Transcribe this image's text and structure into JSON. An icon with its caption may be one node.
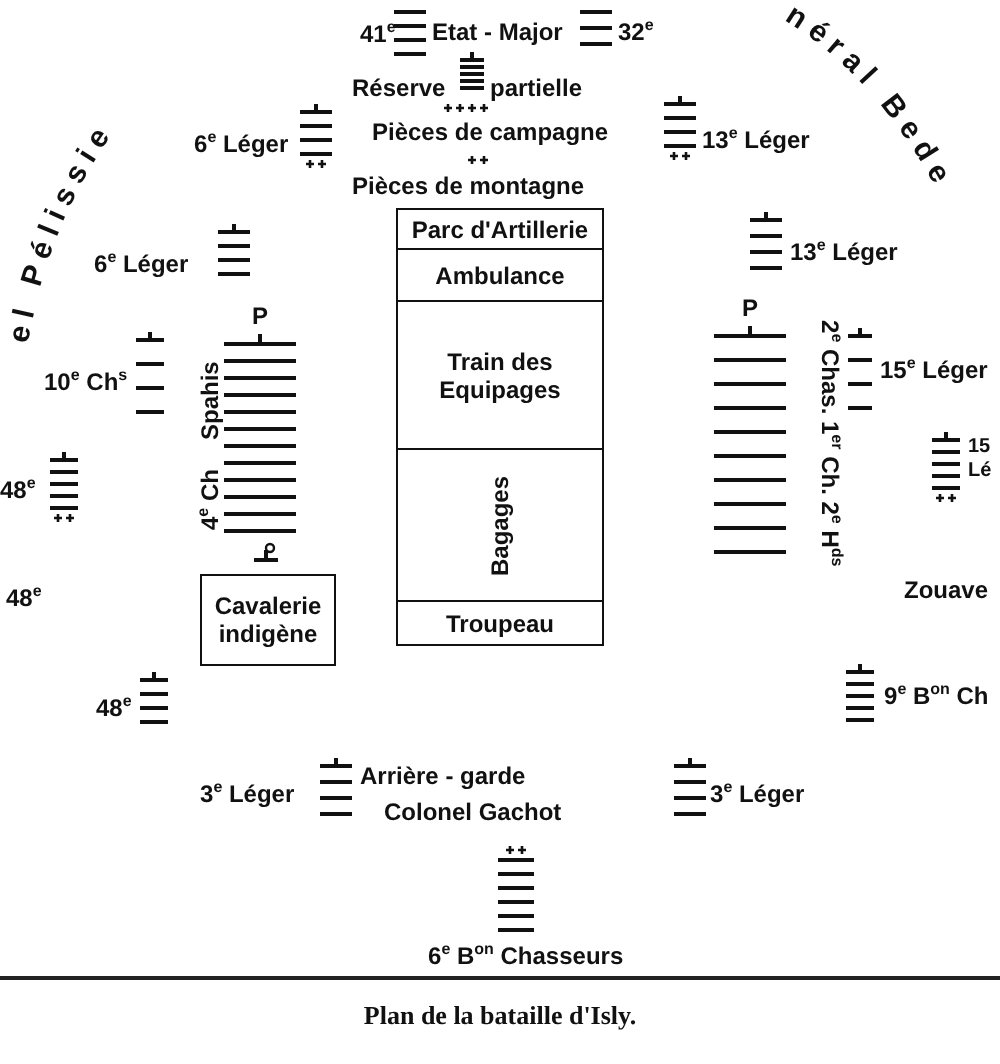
{
  "diagram": {
    "caption": "Plan de la bataille d'Isly.",
    "nodes": [
      {
        "text": [
          "Parc d'Artillerie"
        ]
      },
      {
        "text": [
          "Ambulance"
        ]
      },
      {
        "text": [
          "Train des Equipages"
        ]
      },
      {
        "text": [
          "Bagages"
        ]
      },
      {
        "text": [
          "Troupeau"
        ]
      },
      {
        "text": [
          "Cavalerie indigène"
        ]
      }
    ],
    "labels": [
      "el Pélissie",
      "néral Bede",
      "41$^{e}$",
      "Etat - Major",
      "32$^{e}$",
      "Réserve",
      "partielle",
      "Pièces de campagne",
      "6$^{e}$ Léger",
      "13$^{e}$ Léger",
      "Pièces de montagne",
      "6$^{e}$ Léger",
      "13$^{e}$ Léger",
      "P",
      "P",
      "10$^{e}$ Ch$^{s}$",
      "Spahis",
      "2$^{e}$ Chas. 1$^{er}$ Ch. 2$^{e}$ H$^{ds}$",
      "15$^{e}$ Léger",
      "48$^{e}$",
      "4$^{e}$ Ch",
      "15 Lé",
      "48$^{e}$",
      "Zouave",
      "48$^{e}$",
      "9$^{e}$ B$^{on}$ Ch",
      "3$^{e}$ Léger",
      "Arrière - garde",
      "3$^{e}$ Léger",
      "Colonel Gachot",
      "6$^{e}$ B$^{on}$ Chasseurs"
    ]
  }
}
